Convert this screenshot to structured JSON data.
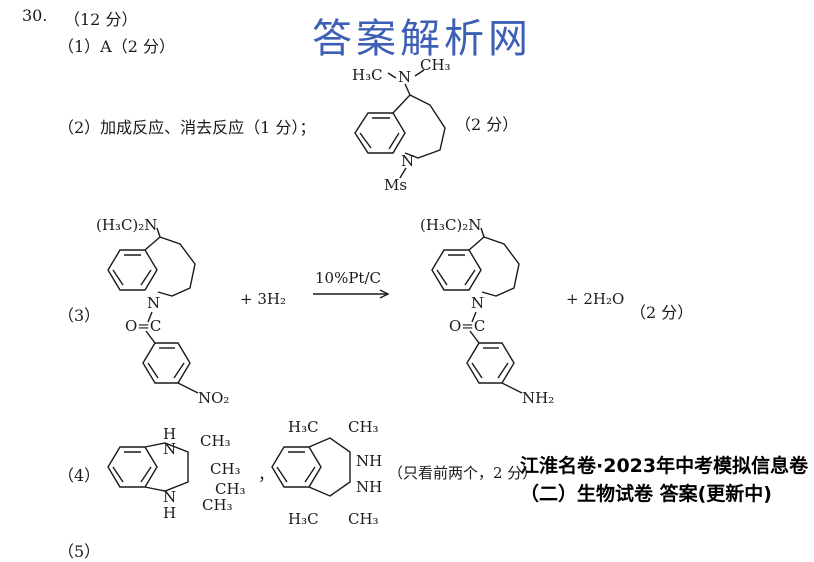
{
  "question": {
    "number": "30.",
    "score": "（12 分）"
  },
  "watermark": "答案解析网",
  "parts": {
    "p1": {
      "label": "（1）A（2 分）"
    },
    "p2": {
      "label": "（2）加成反应、消去反应（1 分）；",
      "score": "（2 分）",
      "struct": {
        "nme2_h3c": "H₃C",
        "nme2_n": "N",
        "nme2_ch3": "CH₃",
        "ring_n": "N",
        "ms": "Ms"
      }
    },
    "p3": {
      "label": "（3）",
      "reactant": {
        "nme2": "(H₃C)₂N",
        "n": "N",
        "carbonyl": "O=C",
        "no2": "NO₂"
      },
      "reagent": "+ 3H₂",
      "catalyst": "10%Pt/C",
      "product": {
        "nme2": "(H₃C)₂N",
        "n": "N",
        "carbonyl": "O=C",
        "nh2": "NH₂"
      },
      "byproduct": "+ 2H₂O",
      "score": "（2 分）"
    },
    "p4": {
      "label": "（4）",
      "s1": {
        "h_top": "H",
        "n_top": "N",
        "n_bot": "N",
        "h_bot": "H",
        "m1": "CH₃",
        "m2": "CH₃",
        "m3": "CH₃",
        "m4": "CH₃"
      },
      "comma": "，",
      "s2": {
        "tl": "H₃C",
        "tr": "CH₃",
        "nh1": "NH",
        "nh2": "NH",
        "bl": "H₃C",
        "br": "CH₃"
      },
      "note": "（只看前两个，2 分）"
    },
    "p5": {
      "label": "（5）"
    }
  },
  "overlay_caption": "江淮名卷·2023年中考模拟信息卷（二）生物试卷 答案(更新中)"
}
